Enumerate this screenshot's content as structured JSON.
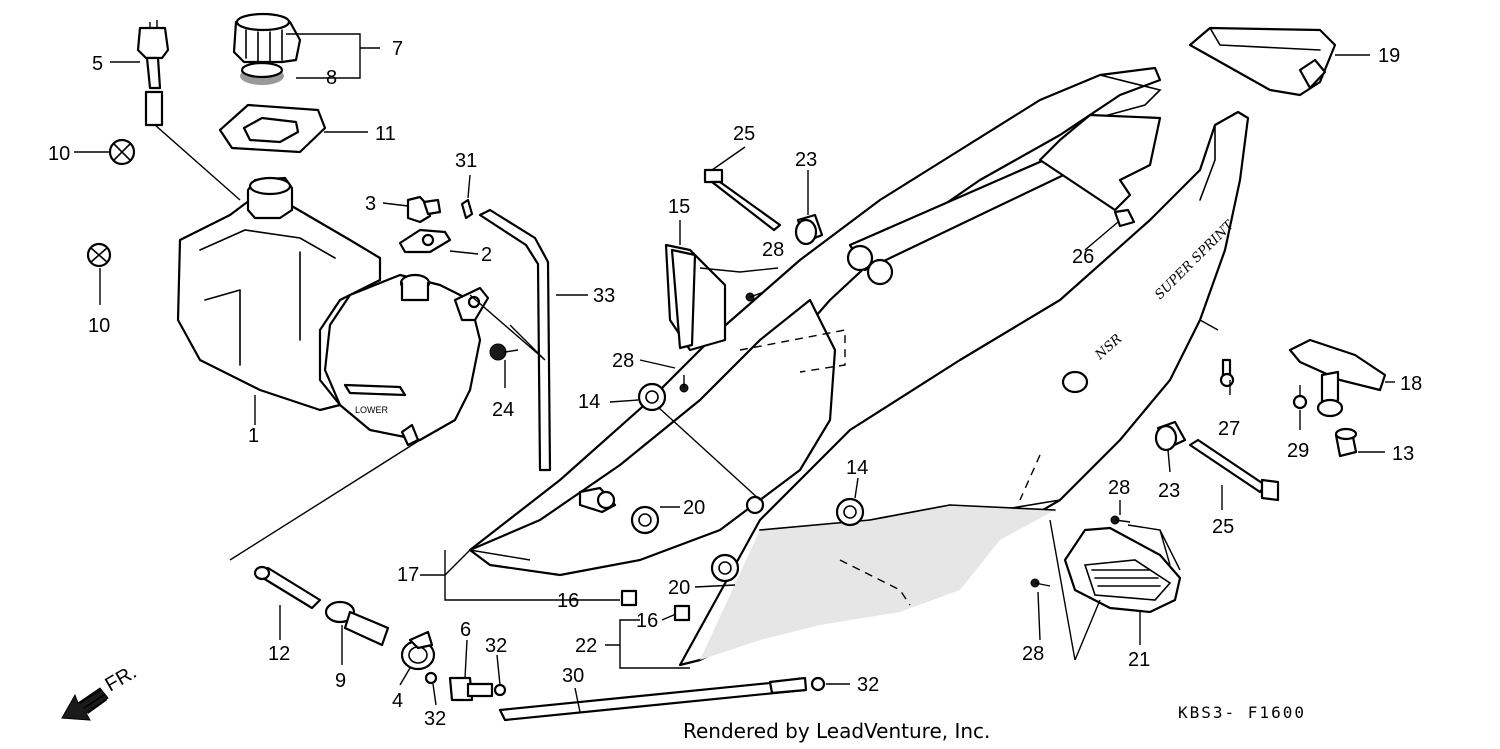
{
  "diagram": {
    "code": "KBS3- F1600",
    "credit": "Rendered by LeadVenture, Inc.",
    "direction_label": "FR.",
    "tank_label": "LOWER",
    "fairing_badge": "NSR",
    "fairing_text": "SUPER SPRINT",
    "callouts": [
      "1",
      "2",
      "3",
      "4",
      "5",
      "6",
      "7",
      "8",
      "9",
      "10",
      "10",
      "11",
      "12",
      "13",
      "14",
      "14",
      "15",
      "16",
      "16",
      "17",
      "18",
      "19",
      "20",
      "20",
      "21",
      "22",
      "23",
      "23",
      "24",
      "25",
      "25",
      "26",
      "27",
      "28",
      "28",
      "28",
      "28",
      "29",
      "30",
      "31",
      "32",
      "32",
      "32",
      "33"
    ]
  }
}
